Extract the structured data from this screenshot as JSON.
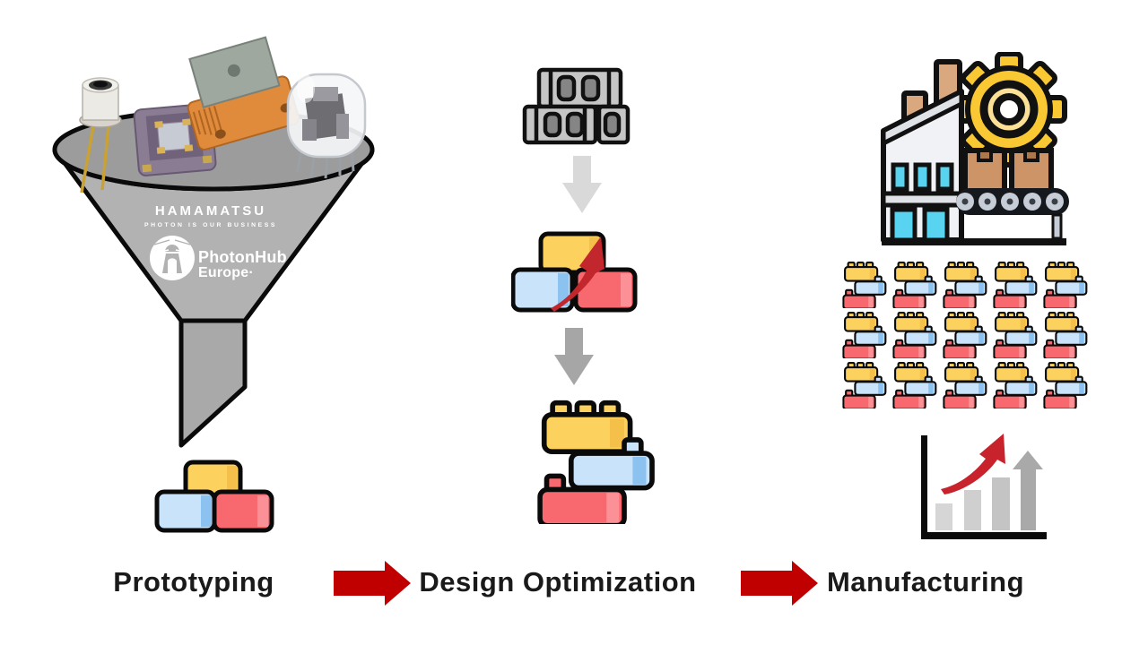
{
  "stages": [
    {
      "label": "Prototyping"
    },
    {
      "label": "Design Optimization"
    },
    {
      "label": "Manufacturing"
    }
  ],
  "funnel": {
    "brand": "HAMAMATSU",
    "tagline": "PHOTON IS OUR BUSINESS",
    "logo_line1": "PhotonHub",
    "logo_line2": "Europe·",
    "component_icons": [
      "to-can-photodiode-photo",
      "ceramic-package-photo",
      "cooled-detector-module-photo",
      "photomultiplier-tube-photo"
    ]
  },
  "flow_icons": {
    "prototyping": [
      "funnel-icon",
      "brick-stack-icon"
    ],
    "design_optimization": [
      "cinder-blocks-icon",
      "down-arrow-icon",
      "brick-stack-swoosh-icon",
      "down-arrow-icon",
      "lego-stack-icon"
    ],
    "manufacturing": [
      "factory-icon",
      "lego-grid",
      "growth-chart-icon"
    ]
  },
  "manufacturing": {
    "lego_grid": {
      "rows": 3,
      "cols": 5
    }
  },
  "colors": {
    "label-color": "#1a1a1a",
    "arrow-red": "#c00000",
    "swoosh-red": "#c1272d",
    "chart-red": "#c8232c",
    "funnel-body": "#b2b2b2",
    "funnel-top": "#9c9c9c",
    "funnel-spout": "#a9a9a9",
    "brick-yellow": "#fdd15e",
    "brick-yellow-shade": "#f5c04a",
    "brick-blue": "#c9e4fa",
    "brick-blue-shade": "#8cc2f0",
    "brick-red": "#f8696f",
    "brick-red-light": "#fb9196",
    "block-gray": "#c6c6c6",
    "block-hole": "#858585",
    "arrow-light": "#d9d9d9",
    "arrow-mid": "#a6a6a6",
    "factory-tan": "#d9a87e",
    "box-tan": "#cd9468",
    "box-tan-dark": "#aa784c",
    "window-cyan": "#58d4f0",
    "gear-yellow": "#f9c832",
    "gear-yellow-light": "#fbe095",
    "facade-white": "#f0f2f5",
    "facade-gray": "#dfe3e8",
    "roller-gray": "#c7cdd6",
    "chart-bar1": "#d6d6d6",
    "chart-bar2": "#cfcfcf",
    "chart-bar3": "#c4c4c4",
    "chart-arrow": "#a9a9a9"
  }
}
